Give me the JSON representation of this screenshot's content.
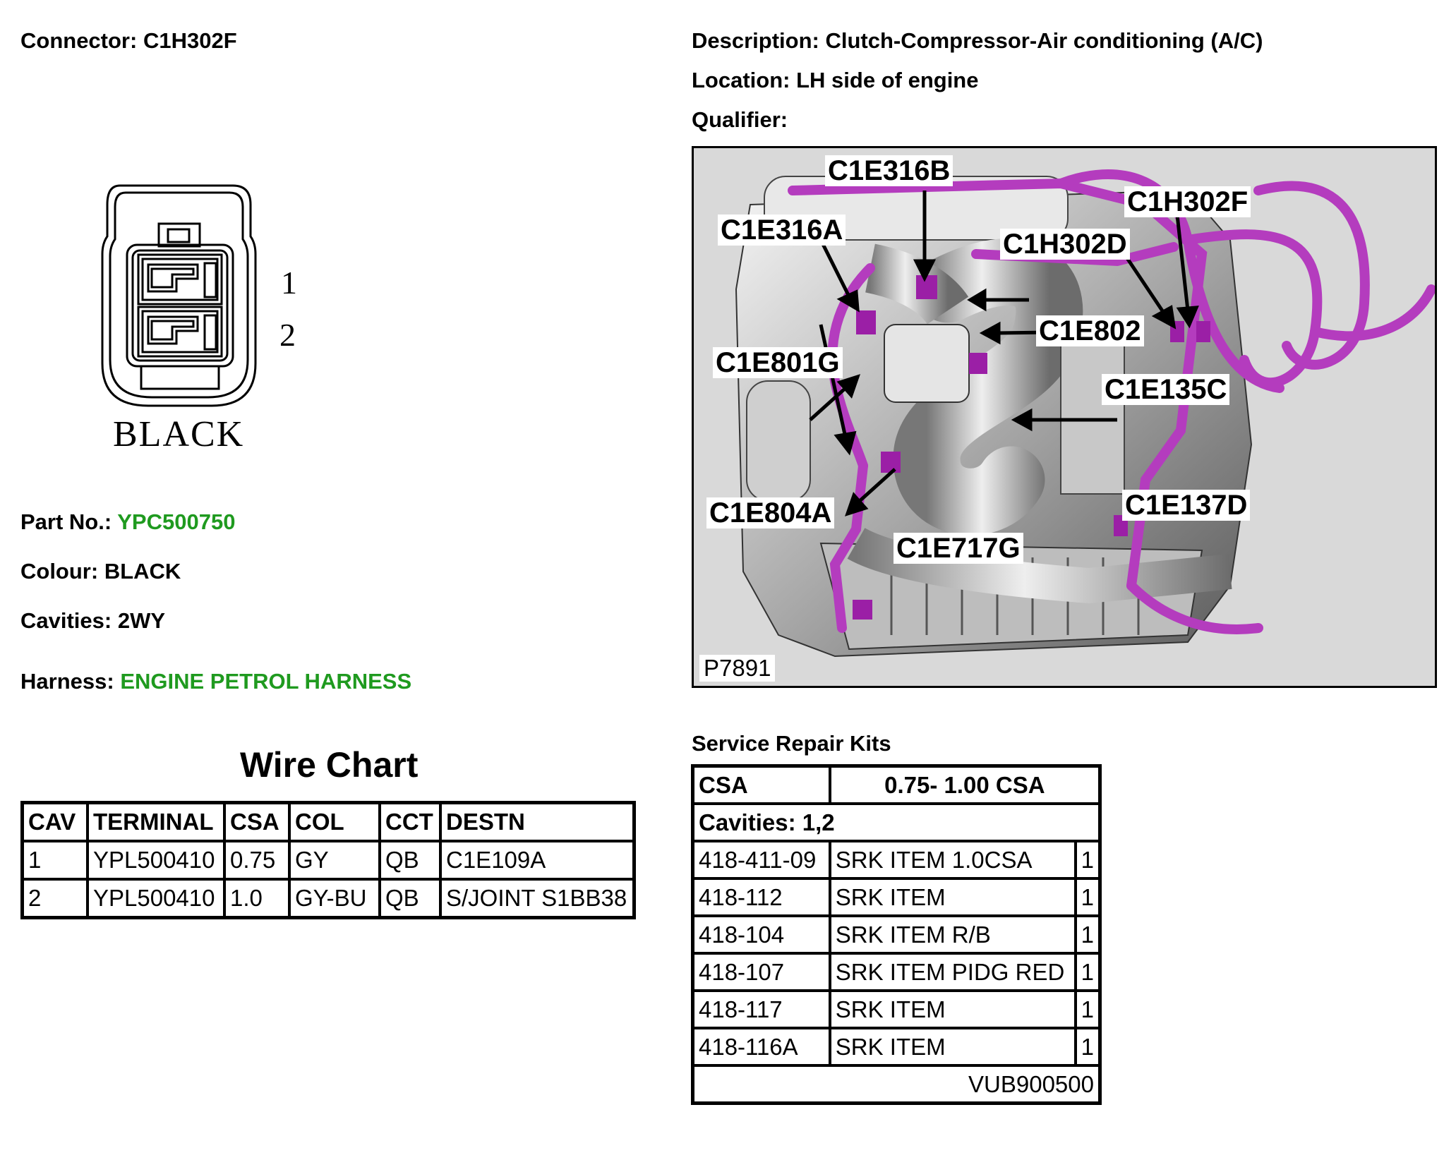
{
  "connector": {
    "label": "Connector:",
    "value": "C1H302F"
  },
  "description": {
    "label": "Description:",
    "value": "Clutch-Compressor-Air conditioning (A/C)"
  },
  "location": {
    "label": "Location:",
    "value": "LH side of engine"
  },
  "qualifier": {
    "label": "Qualifier:",
    "value": ""
  },
  "connector_drawing": {
    "pin_labels": [
      "1",
      "2"
    ],
    "colour_text": "BLACK"
  },
  "part_no": {
    "label": "Part No.:",
    "value": "YPC500750"
  },
  "colour": {
    "label": "Colour:",
    "value": "BLACK"
  },
  "cavities": {
    "label": "Cavities:",
    "value": "2WY"
  },
  "harness": {
    "label": "Harness:",
    "value": "ENGINE PETROL HARNESS"
  },
  "wire_chart": {
    "title": "Wire Chart",
    "headers": [
      "CAV",
      "TERMINAL",
      "CSA",
      "COL",
      "CCT",
      "DESTN"
    ],
    "rows": [
      [
        "1",
        "YPL500410",
        "0.75",
        "GY",
        "QB",
        "C1E109A"
      ],
      [
        "2",
        "YPL500410",
        "1.0",
        "GY-BU",
        "QB",
        "S/JOINT S1BB38"
      ]
    ]
  },
  "engine_image": {
    "figure_id": "P7891",
    "callouts": [
      "C1E316B",
      "C1H302F",
      "C1E316A",
      "C1H302D",
      "C1E802",
      "C1E801G",
      "C1E135C",
      "C1E137D",
      "C1E804A",
      "C1E717G"
    ],
    "harness_color": "#b43cbe"
  },
  "service_repair_kits": {
    "title": "Service Repair Kits",
    "csa_label": "CSA",
    "csa_value": "0.75- 1.00 CSA",
    "cavities": "Cavities: 1,2",
    "items": [
      [
        "418-411-09",
        "SRK ITEM 1.0CSA",
        "1"
      ],
      [
        "418-112",
        "SRK ITEM",
        "1"
      ],
      [
        "418-104",
        "SRK ITEM R/B",
        "1"
      ],
      [
        "418-107",
        "SRK ITEM PIDG RED",
        "1"
      ],
      [
        "418-117",
        "SRK ITEM",
        "1"
      ],
      [
        "418-116A",
        "SRK ITEM",
        "1"
      ]
    ],
    "footer": "VUB900500"
  }
}
